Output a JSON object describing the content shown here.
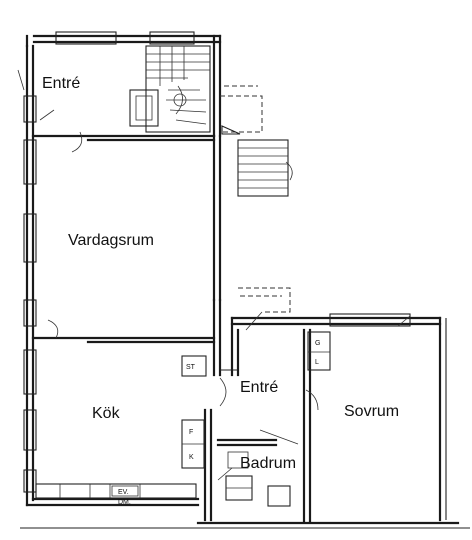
{
  "rooms": {
    "entre_upper": "Entré",
    "vardagsrum": "Vardagsrum",
    "kok": "Kök",
    "entre_lower": "Entré",
    "sovrum": "Sovrum",
    "badrum": "Badrum"
  },
  "fixtures": {
    "st": "ST",
    "g": "G",
    "l": "L",
    "f": "F",
    "k": "K",
    "ev": "EV.",
    "dm": "DM."
  }
}
